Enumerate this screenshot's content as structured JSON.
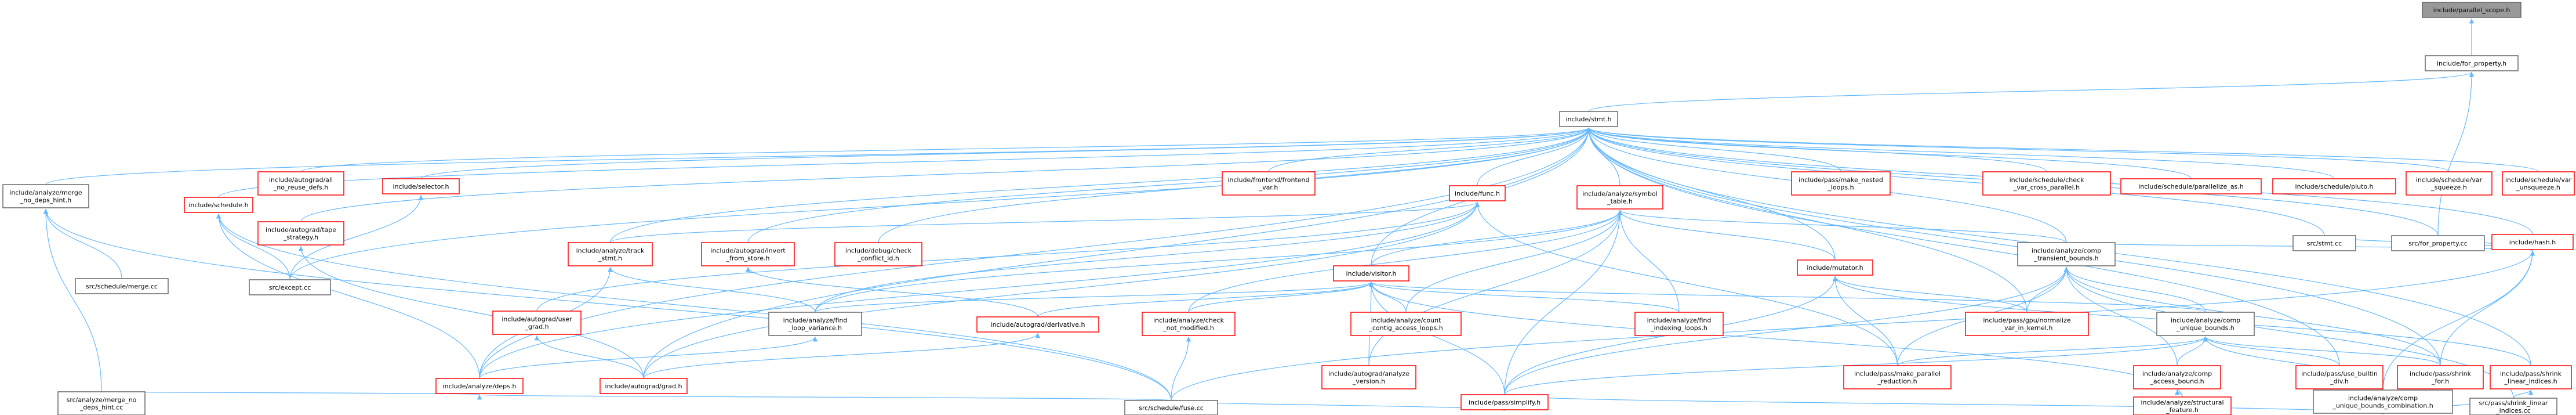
{
  "colors": {
    "root_fill": "#999999",
    "root_border": "#666666",
    "normal_fill": "#ffffff",
    "normal_border": "#666666",
    "incomplete_fill": "#ffffff",
    "incomplete_border": "#ff0000",
    "edge": "#63b8ff"
  },
  "nodes": [
    {
      "id": "parallel_scope",
      "lines": [
        "include/parallel_scope.h"
      ],
      "kind": "root"
    },
    {
      "id": "for_property",
      "lines": [
        "include/for_property.h"
      ],
      "kind": "normal"
    },
    {
      "id": "stmt",
      "lines": [
        "include/stmt.h"
      ],
      "kind": "normal"
    },
    {
      "id": "merge_no_deps_hint",
      "lines": [
        "include/analyze/merge",
        "_no_deps_hint.h"
      ],
      "kind": "normal"
    },
    {
      "id": "autograd_all_no_reuse",
      "lines": [
        "include/autograd/all",
        "_no_reuse_defs.h"
      ],
      "kind": "incomplete"
    },
    {
      "id": "selector",
      "lines": [
        "include/selector.h"
      ],
      "kind": "incomplete"
    },
    {
      "id": "schedule",
      "lines": [
        "include/schedule.h"
      ],
      "kind": "incomplete"
    },
    {
      "id": "autograd_tape_strategy",
      "lines": [
        "include/autograd/tape",
        "_strategy.h"
      ],
      "kind": "incomplete"
    },
    {
      "id": "frontend_var",
      "lines": [
        "include/frontend/frontend",
        "_var.h"
      ],
      "kind": "incomplete"
    },
    {
      "id": "func",
      "lines": [
        "include/func.h"
      ],
      "kind": "incomplete"
    },
    {
      "id": "symbol_table",
      "lines": [
        "include/analyze/symbol",
        "_table.h"
      ],
      "kind": "incomplete"
    },
    {
      "id": "make_nested_loops",
      "lines": [
        "include/pass/make_nested",
        "_loops.h"
      ],
      "kind": "incomplete"
    },
    {
      "id": "check_var_cross_parallel",
      "lines": [
        "include/schedule/check",
        "_var_cross_parallel.h"
      ],
      "kind": "incomplete"
    },
    {
      "id": "parallelize_as",
      "lines": [
        "include/schedule/parallelize_as.h"
      ],
      "kind": "incomplete"
    },
    {
      "id": "pluto",
      "lines": [
        "include/schedule/pluto.h"
      ],
      "kind": "incomplete"
    },
    {
      "id": "sched_var_squeeze",
      "lines": [
        "include/schedule/var",
        "_squeeze.h"
      ],
      "kind": "incomplete"
    },
    {
      "id": "sched_var_unsqueeze",
      "lines": [
        "include/schedule/var",
        "_unsqueeze.h"
      ],
      "kind": "incomplete"
    },
    {
      "id": "hash",
      "lines": [
        "include/hash.h"
      ],
      "kind": "incomplete"
    },
    {
      "id": "merge_cc",
      "lines": [
        "src/schedule/merge.cc"
      ],
      "kind": "normal"
    },
    {
      "id": "except_cc",
      "lines": [
        "src/except.cc"
      ],
      "kind": "normal"
    },
    {
      "id": "track_stmt",
      "lines": [
        "include/analyze/track",
        "_stmt.h"
      ],
      "kind": "incomplete"
    },
    {
      "id": "autograd_invert_from_store",
      "lines": [
        "include/autograd/invert",
        "_from_store.h"
      ],
      "kind": "incomplete"
    },
    {
      "id": "debug_check_conflict_id",
      "lines": [
        "include/debug/check",
        "_conflict_id.h"
      ],
      "kind": "incomplete"
    },
    {
      "id": "visitor",
      "lines": [
        "include/visitor.h"
      ],
      "kind": "incomplete"
    },
    {
      "id": "mutator",
      "lines": [
        "include/mutator.h"
      ],
      "kind": "incomplete"
    },
    {
      "id": "comp_transient_bounds",
      "lines": [
        "include/analyze/comp",
        "_transient_bounds.h"
      ],
      "kind": "normal"
    },
    {
      "id": "stmt_cc",
      "lines": [
        "src/stmt.cc"
      ],
      "kind": "normal"
    },
    {
      "id": "for_property_cc",
      "lines": [
        "src/for_property.cc"
      ],
      "kind": "normal"
    },
    {
      "id": "autograd_user_grad",
      "lines": [
        "include/autograd/user",
        "_grad.h"
      ],
      "kind": "incomplete"
    },
    {
      "id": "find_loop_variance",
      "lines": [
        "include/analyze/find",
        "_loop_variance.h"
      ],
      "kind": "normal"
    },
    {
      "id": "autograd_derivative",
      "lines": [
        "include/autograd/derivative.h"
      ],
      "kind": "incomplete"
    },
    {
      "id": "check_not_modified",
      "lines": [
        "include/analyze/check",
        "_not_modified.h"
      ],
      "kind": "incomplete"
    },
    {
      "id": "count_contig_access_loops",
      "lines": [
        "include/analyze/count",
        "_contig_access_loops.h"
      ],
      "kind": "incomplete"
    },
    {
      "id": "find_indexing_loops",
      "lines": [
        "include/analyze/find",
        "_indexing_loops.h"
      ],
      "kind": "incomplete"
    },
    {
      "id": "gpu_normalize_var_in_kernel",
      "lines": [
        "include/pass/gpu/normalize",
        "_var_in_kernel.h"
      ],
      "kind": "incomplete"
    },
    {
      "id": "comp_unique_bounds",
      "lines": [
        "include/analyze/comp",
        "_unique_bounds.h"
      ],
      "kind": "normal"
    },
    {
      "id": "analyze_deps",
      "lines": [
        "include/analyze/deps.h"
      ],
      "kind": "incomplete"
    },
    {
      "id": "autograd_grad",
      "lines": [
        "include/autograd/grad.h"
      ],
      "kind": "incomplete"
    },
    {
      "id": "autograd_analyze_version",
      "lines": [
        "include/autograd/analyze",
        "_version.h"
      ],
      "kind": "incomplete"
    },
    {
      "id": "make_parallel_reduction",
      "lines": [
        "include/pass/make_parallel",
        "_reduction.h"
      ],
      "kind": "incomplete"
    },
    {
      "id": "comp_access_bound",
      "lines": [
        "include/analyze/comp",
        "_access_bound.h"
      ],
      "kind": "incomplete"
    },
    {
      "id": "use_builtin_div",
      "lines": [
        "include/pass/use_builtin",
        "_div.h"
      ],
      "kind": "incomplete"
    },
    {
      "id": "shrink_for",
      "lines": [
        "include/pass/shrink",
        "_for.h"
      ],
      "kind": "incomplete"
    },
    {
      "id": "shrink_linear_indices",
      "lines": [
        "include/pass/shrink",
        "_linear_indices.h"
      ],
      "kind": "incomplete"
    },
    {
      "id": "comp_unique_bounds_combination",
      "lines": [
        "include/analyze/comp",
        "_unique_bounds_combination.h"
      ],
      "kind": "normal"
    },
    {
      "id": "merge_no_deps_hint_cc",
      "lines": [
        "src/analyze/merge_no",
        "_deps_hint.cc"
      ],
      "kind": "normal"
    },
    {
      "id": "simplify",
      "lines": [
        "include/pass/simplify.h"
      ],
      "kind": "incomplete"
    },
    {
      "id": "structural_feature",
      "lines": [
        "include/analyze/structural",
        "_feature.h"
      ],
      "kind": "incomplete"
    },
    {
      "id": "shrink_linear_indices_cc",
      "lines": [
        "src/pass/shrink_linear",
        "_indices.cc"
      ],
      "kind": "normal"
    },
    {
      "id": "fuse_cc",
      "lines": [
        "src/schedule/fuse.cc"
      ],
      "kind": "normal"
    }
  ],
  "edges": [
    [
      "parallel_scope",
      "for_property"
    ],
    [
      "for_property",
      "stmt"
    ],
    [
      "for_property",
      "for_property_cc"
    ],
    [
      "stmt",
      "merge_no_deps_hint"
    ],
    [
      "stmt",
      "autograd_all_no_reuse"
    ],
    [
      "stmt",
      "selector"
    ],
    [
      "stmt",
      "schedule"
    ],
    [
      "stmt",
      "autograd_tape_strategy"
    ],
    [
      "stmt",
      "frontend_var"
    ],
    [
      "stmt",
      "func"
    ],
    [
      "stmt",
      "symbol_table"
    ],
    [
      "stmt",
      "make_nested_loops"
    ],
    [
      "stmt",
      "check_var_cross_parallel"
    ],
    [
      "stmt",
      "parallelize_as"
    ],
    [
      "stmt",
      "pluto"
    ],
    [
      "stmt",
      "sched_var_squeeze"
    ],
    [
      "stmt",
      "sched_var_unsqueeze"
    ],
    [
      "stmt",
      "hash"
    ],
    [
      "stmt",
      "stmt_cc"
    ],
    [
      "stmt",
      "for_property_cc"
    ],
    [
      "stmt",
      "track_stmt"
    ],
    [
      "stmt",
      "autograd_invert_from_store"
    ],
    [
      "stmt",
      "debug_check_conflict_id"
    ],
    [
      "stmt",
      "visitor"
    ],
    [
      "stmt",
      "mutator"
    ],
    [
      "stmt",
      "comp_transient_bounds"
    ],
    [
      "stmt",
      "except_cc"
    ],
    [
      "stmt",
      "analyze_deps"
    ],
    [
      "stmt",
      "autograd_grad"
    ],
    [
      "stmt",
      "gpu_normalize_var_in_kernel"
    ],
    [
      "stmt",
      "shrink_for"
    ],
    [
      "stmt",
      "use_builtin_div"
    ],
    [
      "stmt",
      "shrink_linear_indices"
    ],
    [
      "merge_no_deps_hint",
      "merge_cc"
    ],
    [
      "merge_no_deps_hint",
      "merge_no_deps_hint_cc"
    ],
    [
      "merge_no_deps_hint",
      "fuse_cc"
    ],
    [
      "selector",
      "except_cc"
    ],
    [
      "schedule",
      "except_cc"
    ],
    [
      "schedule",
      "analyze_deps"
    ],
    [
      "schedule",
      "fuse_cc"
    ],
    [
      "autograd_tape_strategy",
      "autograd_grad"
    ],
    [
      "func",
      "track_stmt"
    ],
    [
      "func",
      "autograd_user_grad"
    ],
    [
      "func",
      "find_loop_variance"
    ],
    [
      "func",
      "autograd_grad"
    ],
    [
      "func",
      "analyze_deps"
    ],
    [
      "func",
      "make_parallel_reduction"
    ],
    [
      "symbol_table",
      "visitor"
    ],
    [
      "symbol_table",
      "mutator"
    ],
    [
      "symbol_table",
      "comp_transient_bounds"
    ],
    [
      "symbol_table",
      "find_loop_variance"
    ],
    [
      "symbol_table",
      "check_not_modified"
    ],
    [
      "symbol_table",
      "count_contig_access_loops"
    ],
    [
      "symbol_table",
      "find_indexing_loops"
    ],
    [
      "symbol_table",
      "autograd_analyze_version"
    ],
    [
      "symbol_table",
      "simplify"
    ],
    [
      "hash",
      "comp_transient_bounds"
    ],
    [
      "hash",
      "comp_unique_bounds_combination"
    ],
    [
      "hash",
      "shrink_for"
    ],
    [
      "hash",
      "stmt_cc"
    ],
    [
      "hash",
      "for_property_cc"
    ],
    [
      "hash",
      "fuse_cc"
    ],
    [
      "track_stmt",
      "find_loop_variance"
    ],
    [
      "track_stmt",
      "analyze_deps"
    ],
    [
      "autograd_invert_from_store",
      "autograd_derivative"
    ],
    [
      "visitor",
      "find_loop_variance"
    ],
    [
      "visitor",
      "autograd_derivative"
    ],
    [
      "visitor",
      "check_not_modified"
    ],
    [
      "visitor",
      "count_contig_access_loops"
    ],
    [
      "visitor",
      "find_indexing_loops"
    ],
    [
      "visitor",
      "comp_unique_bounds"
    ],
    [
      "visitor",
      "autograd_analyze_version"
    ],
    [
      "visitor",
      "structural_feature"
    ],
    [
      "visitor",
      "simplify"
    ],
    [
      "mutator",
      "gpu_normalize_var_in_kernel"
    ],
    [
      "mutator",
      "make_parallel_reduction"
    ],
    [
      "mutator",
      "simplify"
    ],
    [
      "mutator",
      "shrink_linear_indices"
    ],
    [
      "comp_transient_bounds",
      "comp_unique_bounds"
    ],
    [
      "comp_transient_bounds",
      "gpu_normalize_var_in_kernel"
    ],
    [
      "comp_transient_bounds",
      "make_parallel_reduction"
    ],
    [
      "comp_transient_bounds",
      "comp_access_bound"
    ],
    [
      "comp_transient_bounds",
      "shrink_for"
    ],
    [
      "comp_transient_bounds",
      "simplify"
    ],
    [
      "comp_transient_bounds",
      "shrink_linear_indices_cc"
    ],
    [
      "comp_unique_bounds",
      "comp_access_bound"
    ],
    [
      "comp_unique_bounds",
      "use_builtin_div"
    ],
    [
      "comp_unique_bounds",
      "shrink_for"
    ],
    [
      "comp_unique_bounds",
      "comp_unique_bounds_combination"
    ],
    [
      "comp_unique_bounds",
      "simplify"
    ],
    [
      "comp_unique_bounds",
      "make_parallel_reduction"
    ],
    [
      "comp_unique_bounds_combination",
      "shrink_linear_indices_cc"
    ],
    [
      "comp_unique_bounds_combination",
      "simplify"
    ],
    [
      "shrink_linear_indices",
      "shrink_linear_indices_cc"
    ],
    [
      "find_loop_variance",
      "analyze_deps"
    ],
    [
      "autograd_derivative",
      "autograd_grad"
    ],
    [
      "check_not_modified",
      "fuse_cc"
    ],
    [
      "analyze_deps",
      "fuse_cc"
    ],
    [
      "analyze_deps",
      "merge_no_deps_hint_cc"
    ],
    [
      "simplify",
      "fuse_cc"
    ],
    [
      "comp_access_bound",
      "structural_feature"
    ],
    [
      "autograd_user_grad",
      "autograd_grad"
    ]
  ]
}
